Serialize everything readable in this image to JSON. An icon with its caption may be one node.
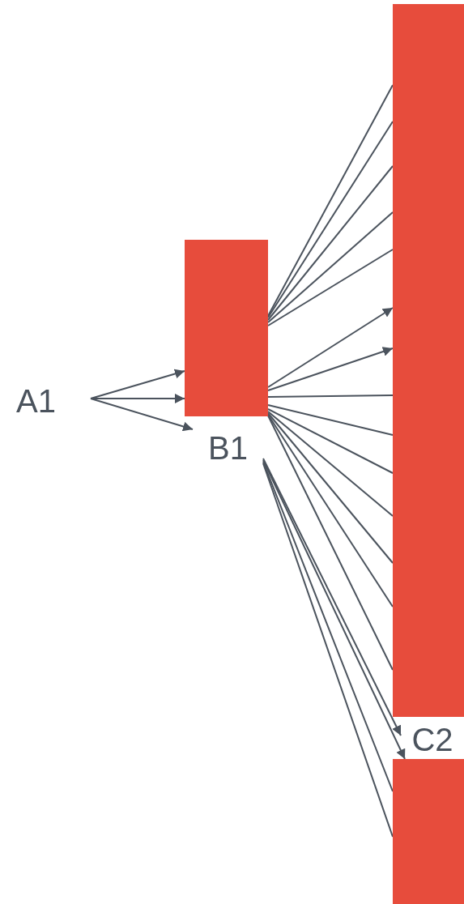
{
  "diagram": {
    "nodes": [
      {
        "text": [
          "A1"
        ]
      },
      {
        "text": [],
        "shape": "bar"
      },
      {
        "text": [
          "B1"
        ]
      },
      {
        "text": [],
        "shape": "bar"
      },
      {
        "text": [
          "C2"
        ]
      },
      {
        "text": [],
        "shape": "bar"
      }
    ],
    "edges": [
      {
        "from": 0,
        "to": 1,
        "arrow": "to"
      },
      {
        "from": 0,
        "to": 1,
        "arrow": "to"
      },
      {
        "from": 0,
        "to": 2,
        "arrow": "to"
      },
      {
        "from": 1,
        "to": 3,
        "arrow": "none"
      },
      {
        "from": 1,
        "to": 3,
        "arrow": "none"
      },
      {
        "from": 1,
        "to": 3,
        "arrow": "none"
      },
      {
        "from": 1,
        "to": 3,
        "arrow": "none"
      },
      {
        "from": 1,
        "to": 3,
        "arrow": "none"
      },
      {
        "from": 1,
        "to": 3,
        "arrow": "to"
      },
      {
        "from": 1,
        "to": 3,
        "arrow": "to"
      },
      {
        "from": 1,
        "to": 3,
        "arrow": "none"
      },
      {
        "from": 1,
        "to": 3,
        "arrow": "none"
      },
      {
        "from": 1,
        "to": 3,
        "arrow": "none"
      },
      {
        "from": 1,
        "to": 3,
        "arrow": "none"
      },
      {
        "from": 1,
        "to": 3,
        "arrow": "none"
      },
      {
        "from": 1,
        "to": 3,
        "arrow": "none"
      },
      {
        "from": 1,
        "to": 3,
        "arrow": "none"
      },
      {
        "from": 2,
        "to": 4,
        "arrow": "to"
      },
      {
        "from": 2,
        "to": 5,
        "arrow": "to"
      },
      {
        "from": 2,
        "to": 5,
        "arrow": "none"
      },
      {
        "from": 2,
        "to": 5,
        "arrow": "none"
      }
    ]
  }
}
